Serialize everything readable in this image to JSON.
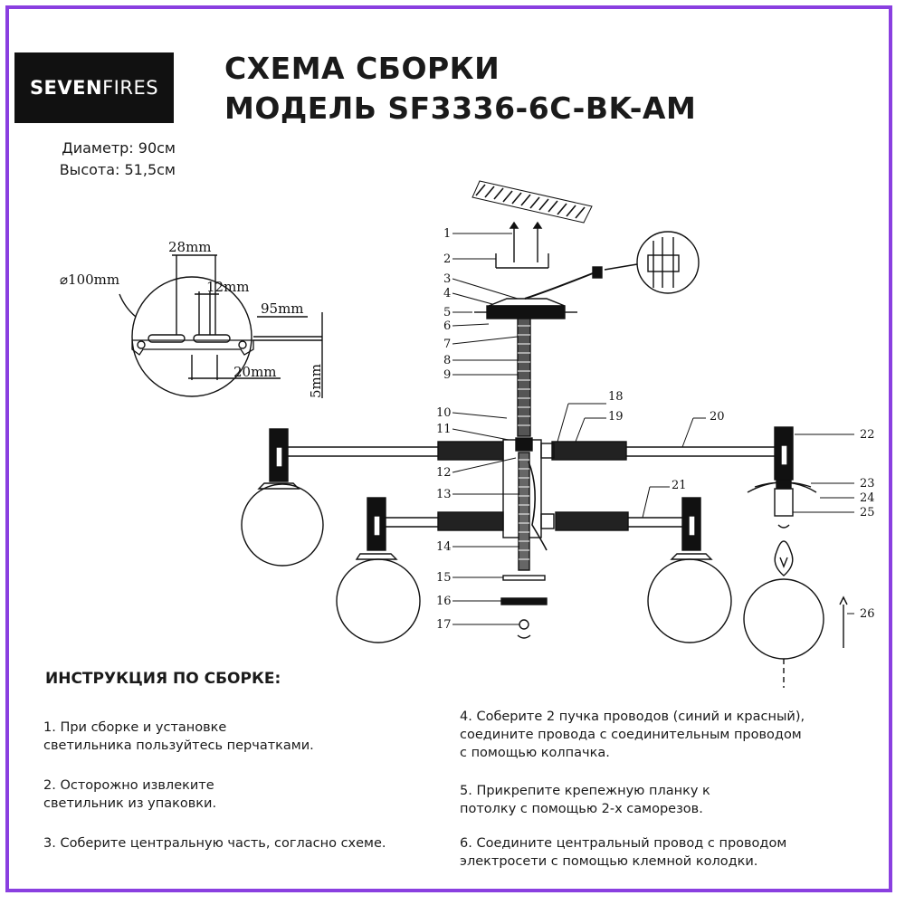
{
  "brand": {
    "bold": "SEVEN",
    "light": "FIRES"
  },
  "specs": {
    "diameter": "Диаметр: 90см",
    "height": "Высота: 51,5см"
  },
  "title": {
    "line1": "СХЕМА СБОРКИ",
    "line2": "МОДЕЛЬ SF3336-6C-BK-AM"
  },
  "dimensions": {
    "d100": "⌀100mm",
    "d28": "28mm",
    "d12": "12mm",
    "d95": "95mm",
    "d20": "20mm",
    "d5": "5mm"
  },
  "parts": [
    "1",
    "2",
    "3",
    "4",
    "5",
    "6",
    "7",
    "8",
    "9",
    "10",
    "11",
    "12",
    "13",
    "14",
    "15",
    "16",
    "17",
    "18",
    "19",
    "20",
    "21",
    "22",
    "23",
    "24",
    "25",
    "26"
  ],
  "instructions": {
    "heading": "ИНСТРУКЦИЯ ПО СБОРКЕ:",
    "steps": [
      {
        "l1": "1. При сборке и установке",
        "l2": "светильника пользуйтесь перчатками."
      },
      {
        "l1": "2. Осторожно извлеките",
        "l2": "светильник из упаковки."
      },
      {
        "l1": "3. Соберите центральную часть, согласно схеме.",
        "l2": ""
      },
      {
        "l1": "4. Соберите 2 пучка проводов (синий и красный),",
        "l2": "соедините провода с соединительным проводом",
        "l3": "с помощью колпачка."
      },
      {
        "l1": "5. Прикрепите крепежную планку к",
        "l2": "потолку с помощью 2-х саморезов."
      },
      {
        "l1": "6. Соедините центральный провод с проводом",
        "l2": "электросети с помощью клемной колодки."
      }
    ]
  },
  "colors": {
    "frame": "#8a3fe0",
    "logo_bg": "#111111"
  }
}
